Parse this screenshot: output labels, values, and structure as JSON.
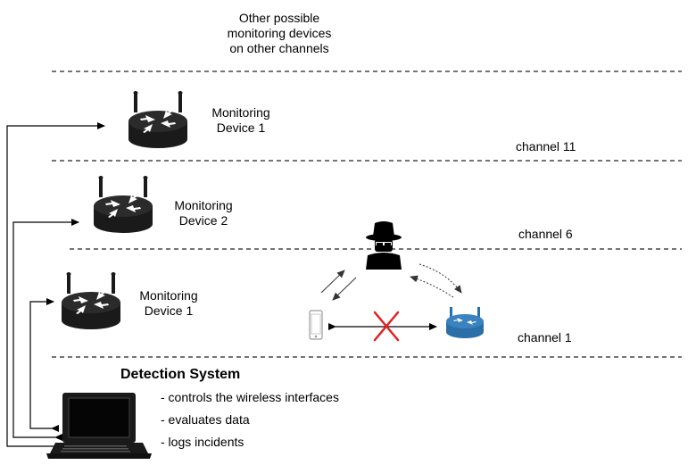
{
  "header_note": {
    "line1": "Other possible",
    "line2": "monitoring devices",
    "line3": "on other channels"
  },
  "channels": {
    "top": "channel 11",
    "middle": "channel 6",
    "bottom": "channel 1"
  },
  "devices": {
    "ch11": {
      "line1": "Monitoring",
      "line2": "Device 1"
    },
    "ch6": {
      "line1": "Monitoring",
      "line2": "Device 2"
    },
    "ch1": {
      "line1": "Monitoring",
      "line2": "Device 1"
    }
  },
  "detection": {
    "title": "Detection System",
    "items": [
      "- controls the wireless interfaces",
      "- evaluates data",
      "- logs incidents"
    ]
  },
  "colors": {
    "router_dark": "#1a1a1a",
    "router_blue": "#2a6fa8",
    "cross_red": "#e02020",
    "dashed_line": "#222222",
    "phone_gray": "#aaaaaa"
  },
  "icons": {
    "monitoring_router": "router-icon",
    "access_point": "access-point-icon",
    "attacker": "spy-icon",
    "client": "phone-icon",
    "detection_host": "laptop-icon",
    "blocked": "red-x-icon"
  }
}
